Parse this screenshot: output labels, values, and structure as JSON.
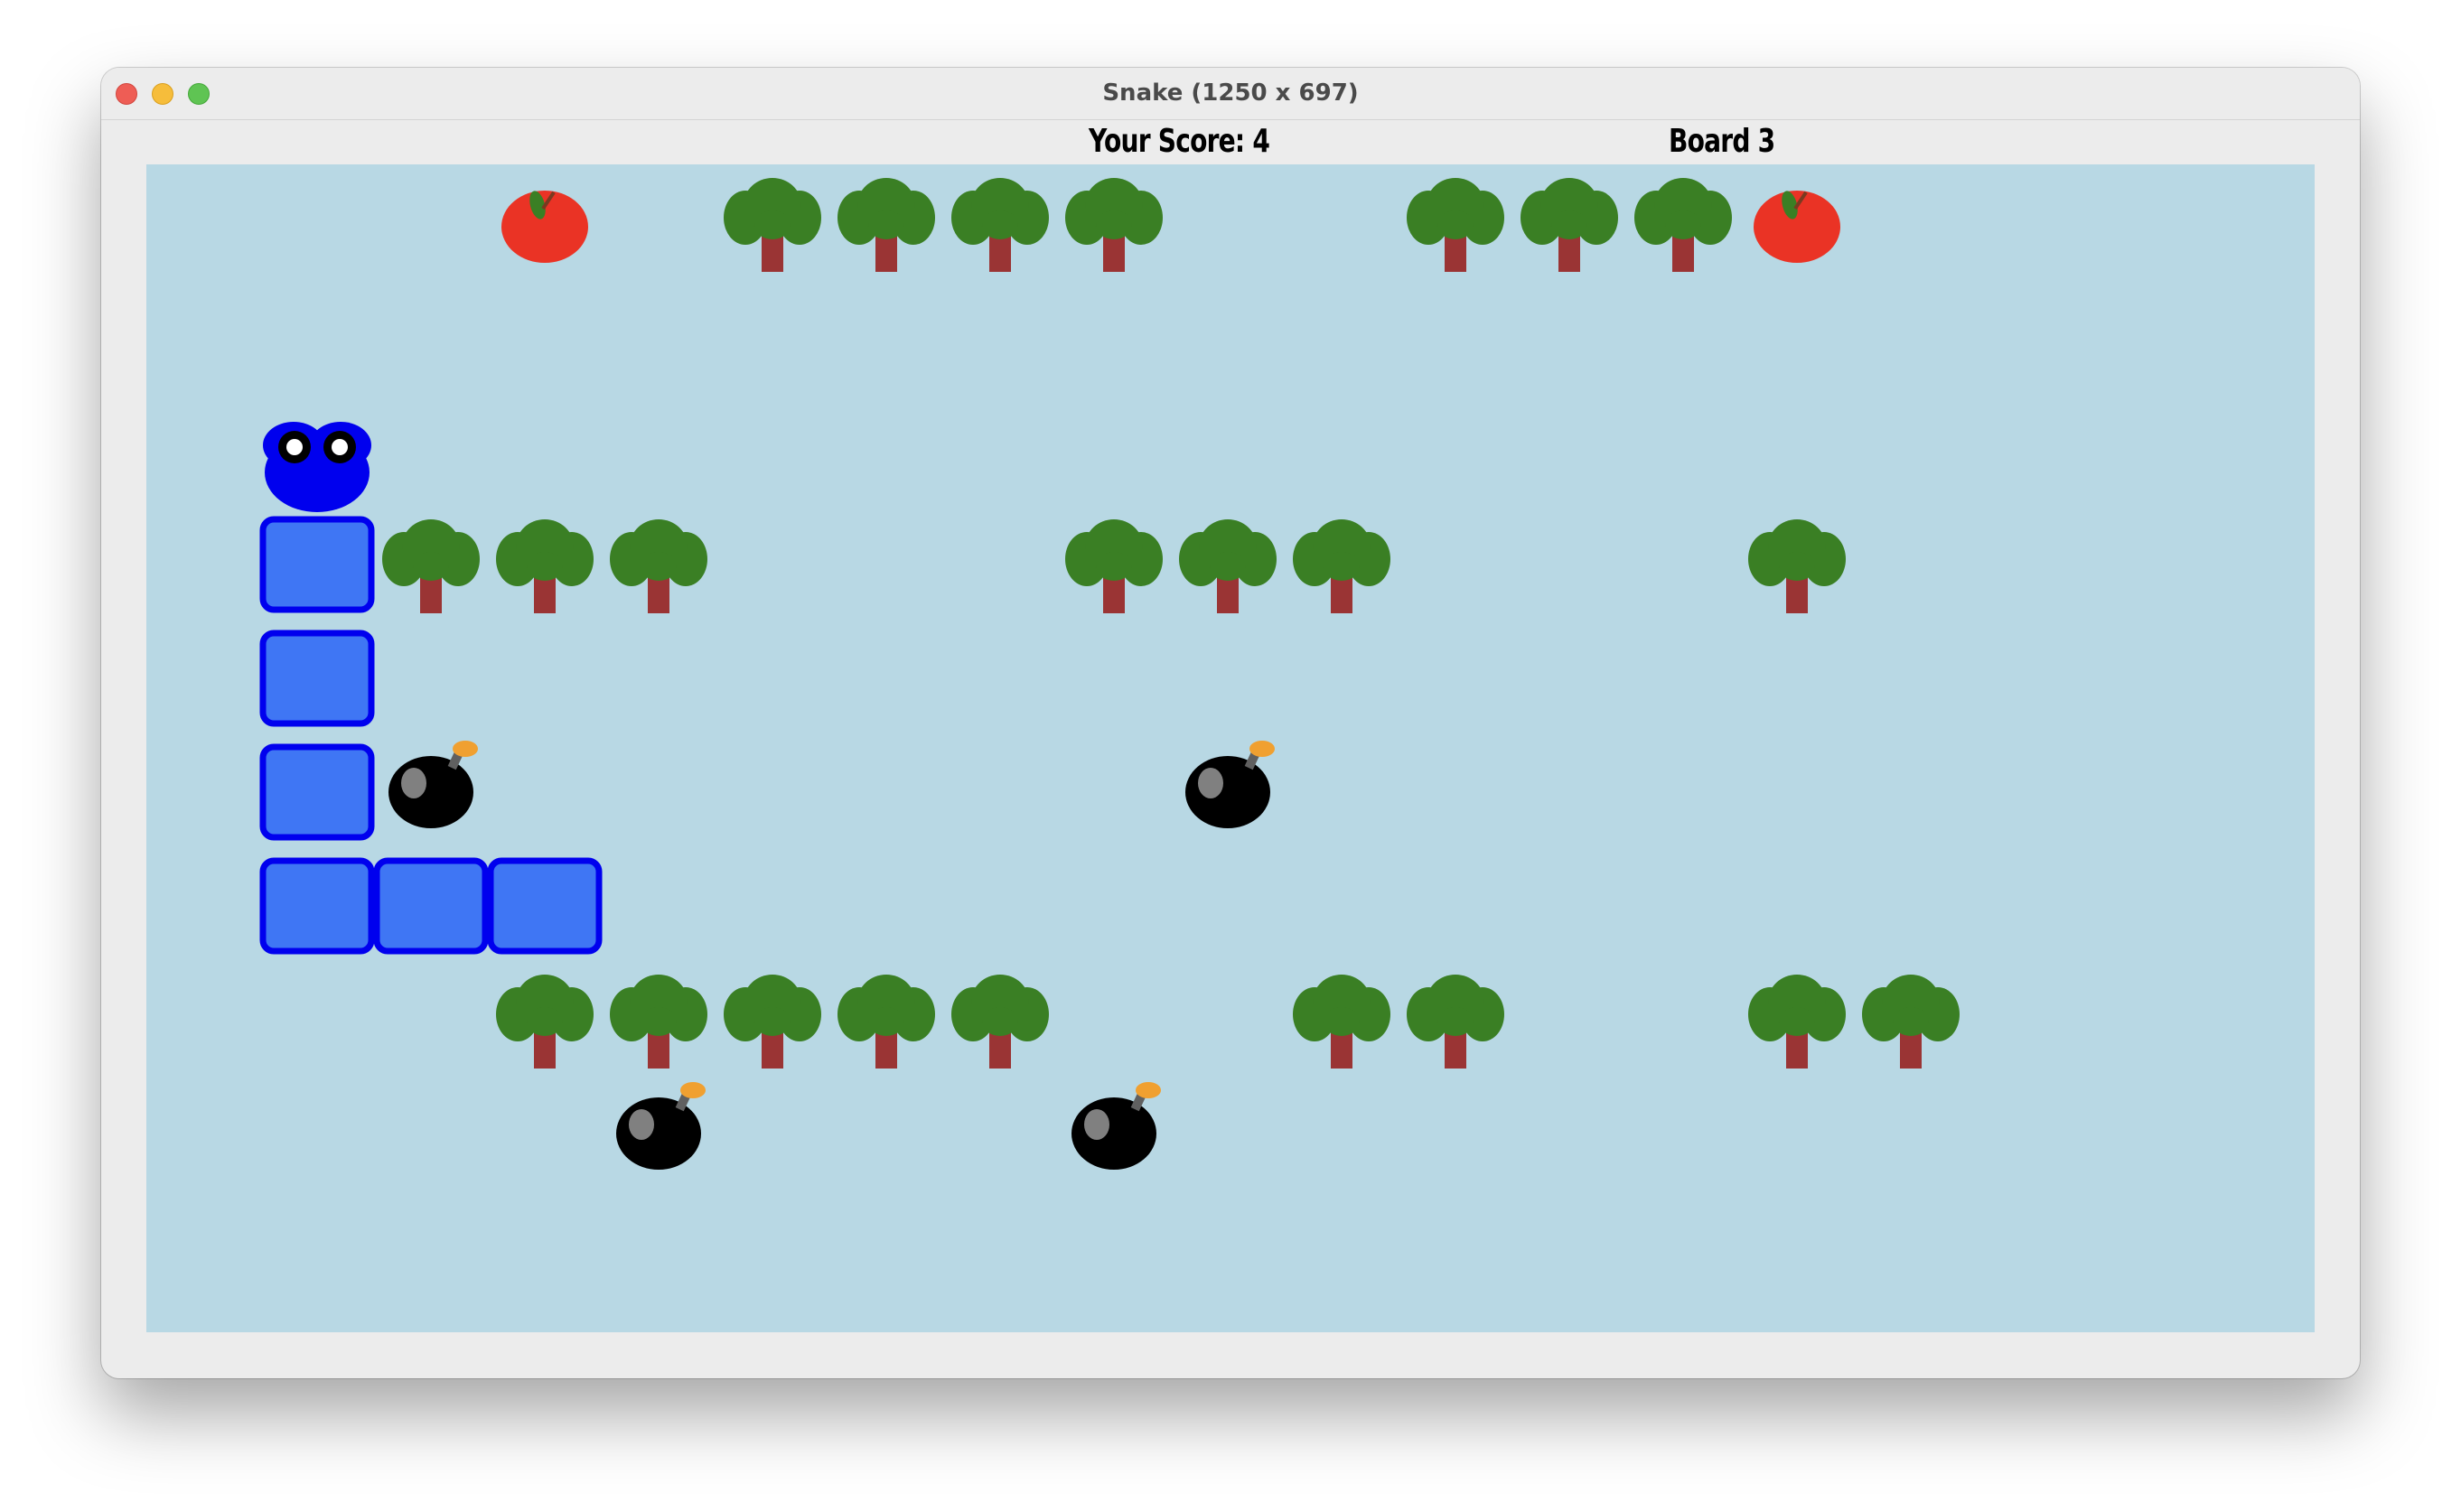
{
  "window": {
    "title": "Snake (1250 x 697)"
  },
  "hud": {
    "score_text": "Your Score: 4",
    "board_text": "Board 3"
  },
  "colors": {
    "board_background": "#b8d8e4",
    "snake_fill": "#3f76f4",
    "snake_border": "#0000ee",
    "snake_head": "#0000ee",
    "tree_foliage": "#3a7f24",
    "tree_trunk": "#9a3434",
    "apple": "#ea3325",
    "bomb": "#000000",
    "bomb_fuse": "#f0a030"
  },
  "game": {
    "grid_cols": 19,
    "grid_rows": 10,
    "snake": {
      "direction": "up",
      "head": [
        1,
        4
      ],
      "body": [
        [
          1,
          5
        ],
        [
          1,
          6
        ],
        [
          1,
          7
        ],
        [
          1,
          8
        ],
        [
          2,
          8
        ],
        [
          3,
          8
        ]
      ]
    },
    "apples": [
      [
        3,
        2
      ],
      [
        14,
        2
      ]
    ],
    "bombs": [
      [
        2,
        7
      ],
      [
        9,
        7
      ],
      [
        4,
        10
      ],
      [
        8,
        10
      ]
    ],
    "trees": [
      [
        5,
        2
      ],
      [
        6,
        2
      ],
      [
        7,
        2
      ],
      [
        8,
        2
      ],
      [
        11,
        2
      ],
      [
        12,
        2
      ],
      [
        13,
        2
      ],
      [
        2,
        5
      ],
      [
        3,
        5
      ],
      [
        4,
        5
      ],
      [
        8,
        5
      ],
      [
        9,
        5
      ],
      [
        10,
        5
      ],
      [
        14,
        5
      ],
      [
        3,
        9
      ],
      [
        4,
        9
      ],
      [
        5,
        9
      ],
      [
        6,
        9
      ],
      [
        7,
        9
      ],
      [
        10,
        9
      ],
      [
        11,
        9
      ],
      [
        14,
        9
      ],
      [
        15,
        9
      ]
    ]
  }
}
